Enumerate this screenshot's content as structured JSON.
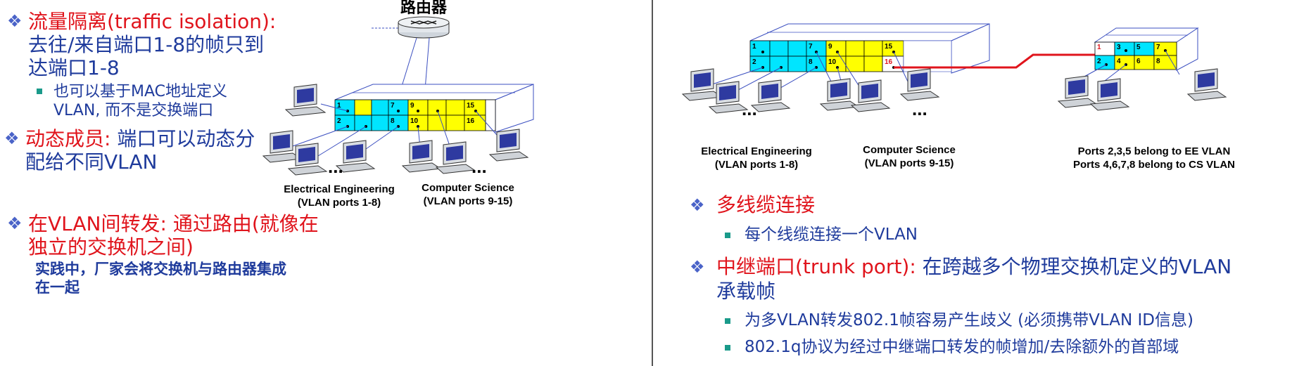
{
  "left": {
    "bullet1_title": "流量隔离(traffic isolation):",
    "bullet1_line2": "去往/来自端口1-8的帧只到",
    "bullet1_line3": "达端口1-8",
    "sub1_line1": "也可以基于MAC地址定义",
    "sub1_line2": "VLAN, 而不是交换端口",
    "bullet2_title": "动态成员:",
    "bullet2_rest": " 端口可以动态分",
    "bullet2_line2": "配给不同VLAN",
    "bullet3_title": "在VLAN间转发:",
    "bullet3_rest": " 通过路由(就像在",
    "bullet3_line2": "独立的交换机之间)",
    "note_line1": "实践中，厂家会将交换机与路由器集成",
    "note_line2": "在一起"
  },
  "diagram_left": {
    "router_label": "路由器",
    "ports_top": [
      "1",
      "7",
      "9",
      "15"
    ],
    "ports_bottom": [
      "2",
      "8",
      "10",
      "16"
    ],
    "caption_ee_1": "Electrical Engineering",
    "caption_ee_2": "(VLAN ports 1-8)",
    "caption_cs_1": "Computer Science",
    "caption_cs_2": "(VLAN ports 9-15)",
    "dots": "..."
  },
  "diagram_right": {
    "sw1_ports_top": [
      "1",
      "7",
      "9",
      "15"
    ],
    "sw1_ports_bottom": [
      "2",
      "8",
      "10",
      "16"
    ],
    "sw2_ports_top": [
      "1",
      "3",
      "5",
      "7"
    ],
    "sw2_ports_bottom": [
      "2",
      "4",
      "6",
      "8"
    ],
    "caption_ee_1": "Electrical Engineering",
    "caption_ee_2": "(VLAN ports 1-8)",
    "caption_cs_1": "Computer Science",
    "caption_cs_2": "(VLAN ports 9-15)",
    "caption_ports_1": "Ports 2,3,5 belong to EE VLAN",
    "caption_ports_2": "Ports 4,6,7,8 belong to CS VLAN",
    "dots": "..."
  },
  "right": {
    "bullet1_title": "多线缆连接",
    "sub1": "每个线缆连接一个VLAN",
    "bullet2_title": "中继端口(trunk port):",
    "bullet2_rest": " 在跨越多个物理交换机定义的VLAN",
    "bullet2_line2": "承载帧",
    "sub2": "为多VLAN转发802.1帧容易产生歧义 (必须携带VLAN ID信息)",
    "sub3": "802.1q协议为经过中继端口转发的帧增加/去除额外的首部域"
  },
  "colors": {
    "cyan": "#00e5ff",
    "yellow": "#ffff00",
    "red": "#e0141c",
    "blue": "#1f3b9c",
    "switch_outline": "#3b4fc0"
  }
}
